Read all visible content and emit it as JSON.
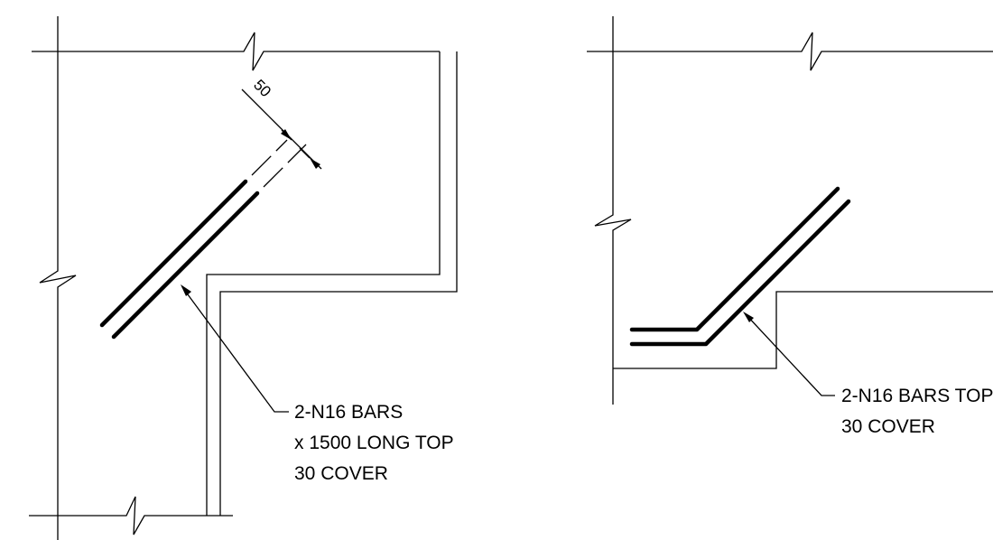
{
  "details": [
    {
      "dimension_label": "50",
      "note_lines": [
        "2-N16 BARS",
        "x 1500 LONG TOP",
        "30 COVER"
      ]
    },
    {
      "note_lines": [
        "2-N16 BARS TOP",
        "30 COVER"
      ]
    }
  ]
}
